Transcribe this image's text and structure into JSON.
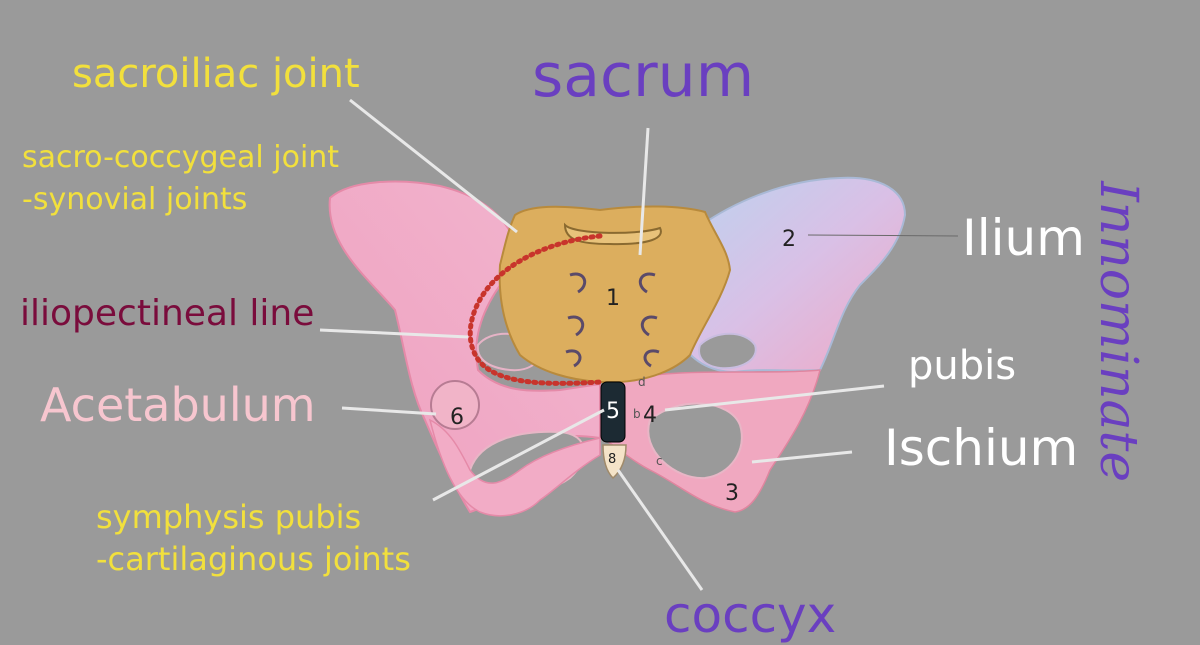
{
  "labels": {
    "sacroiliac": "sacroiliac joint",
    "sacrum": "sacrum",
    "sacrococcygeal_line1": "sacro-coccygeal joint",
    "sacrococcygeal_line2": "-synovial joints",
    "ilium": "Ilium",
    "innominate": "Innominate",
    "iliopectineal": "iliopectineal line",
    "pubis": "pubis",
    "acetabulum": "Acetabulum",
    "ischium": "Ischium",
    "symphysis_line1": "symphysis pubis",
    "symphysis_line2": "-cartilaginous joints",
    "coccyx": "coccyx"
  },
  "numbers": {
    "n1": "1",
    "n2": "2",
    "n3": "3",
    "n4": "4",
    "n5": "5",
    "n6": "6",
    "n8": "8"
  },
  "small_letters": {
    "c": "c",
    "d": "d",
    "b": "b"
  },
  "colors": {
    "background": "#9a9a9a",
    "yellow_label": "#f2e03c",
    "purple_label": "#6a3fc0",
    "maroon_label": "#7a0c3c",
    "pink_label": "#f7c6cf",
    "white_label": "#ffffff",
    "sacrum_fill": "#d9a85a",
    "bone_pink": "#f1a6c0",
    "bone_lilac": "#c9b4e3",
    "joint_dots": "#c8342c"
  }
}
